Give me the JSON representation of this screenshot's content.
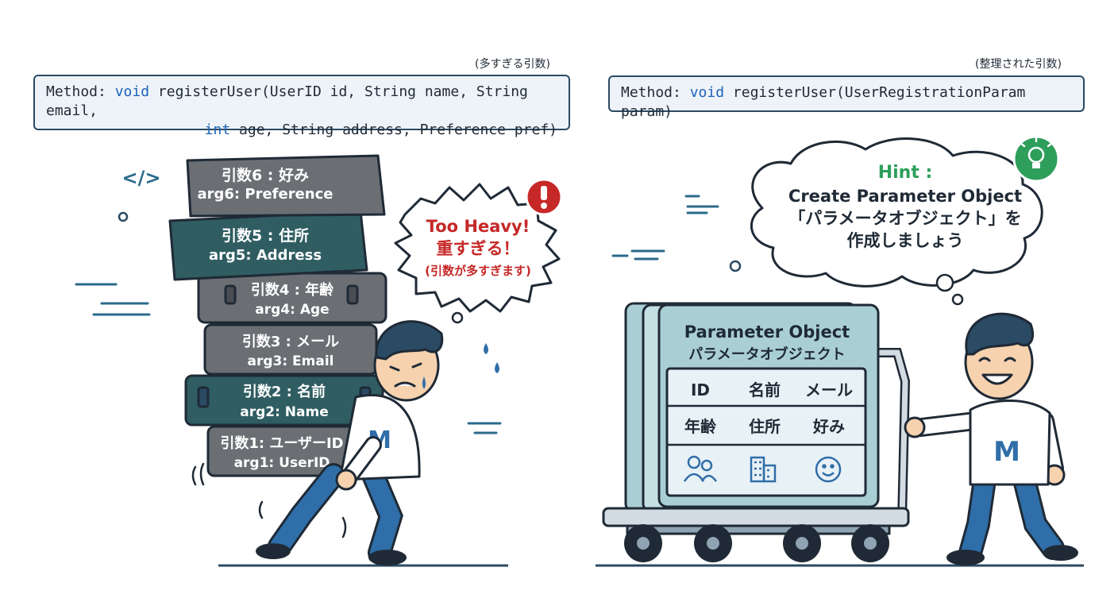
{
  "left": {
    "caption": "(多すぎる引数)",
    "code": {
      "prefix": "Method: ",
      "kw1": "void",
      "line1": " registerUser(UserID id, String name, String email,",
      "kw2": "int",
      "line2": " age, String address, Preference pref)"
    },
    "suitcases": [
      {
        "jp": "引数6 : 好み",
        "en": "arg6: Preference"
      },
      {
        "jp": "引数5 : 住所",
        "en": "arg5: Address"
      },
      {
        "jp": "引数4 : 年齢",
        "en": "arg4: Age"
      },
      {
        "jp": "引数3 : メール",
        "en": "arg3: Email"
      },
      {
        "jp": "引数2 : 名前",
        "en": "arg2: Name"
      },
      {
        "jp": "引数1: ユーザーID",
        "en": "arg1: UserID"
      }
    ],
    "bubble": {
      "line1": "Too Heavy!",
      "line2": "重すぎる！",
      "line3": "(引数が多すぎます)"
    },
    "alert_icon": "exclamation-icon",
    "code_icon": "code-brackets-icon",
    "shirt_letter": "M"
  },
  "right": {
    "caption": "(整理された引数)",
    "code": {
      "prefix": "Method: ",
      "kw1": "void",
      "line1": " registerUser(UserRegistrationParam param)"
    },
    "thought": {
      "hint": "Hint :",
      "line1": "Create Parameter Object",
      "line2": "「パラメータオブジェクト」を",
      "line3": "作成しましょう"
    },
    "hint_icon": "lightbulb-icon",
    "board": {
      "title": "Parameter Object",
      "subtitle": "パラメータオブジェクト",
      "cells": [
        "ID",
        "名前",
        "メール",
        "年齢",
        "住所",
        "好み"
      ],
      "icons": [
        "users-icon",
        "building-icon",
        "smiley-icon"
      ]
    },
    "shirt_letter": "M"
  },
  "colors": {
    "navy": "#2b4a63",
    "teal": "#2f5d62",
    "gray": "#6b6f74",
    "red": "#c62828",
    "green": "#2e9e5b",
    "blue": "#1c63b7",
    "panel": "#a9cfd4"
  }
}
